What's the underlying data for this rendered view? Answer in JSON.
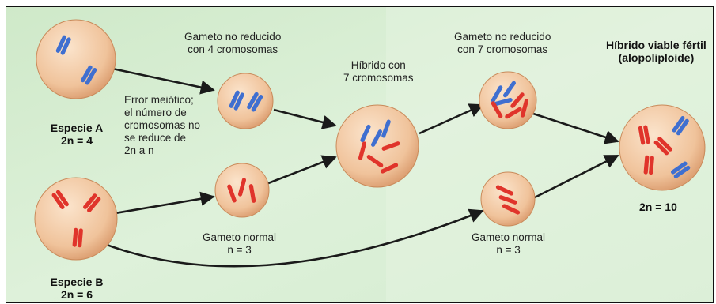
{
  "labels": {
    "gamete_unreduced_4": [
      "Gameto no reducido",
      "con 4 cromosomas"
    ],
    "error_note": [
      "Error meiótico;",
      "el número de",
      "cromosomas no",
      "se reduce de",
      "2n a n"
    ],
    "species_a": [
      "Especie A",
      "2n = 4"
    ],
    "hybrid_7": [
      "Híbrido con",
      "7 cromosomas"
    ],
    "gamete_unreduced_7": [
      "Gameto no reducido",
      "con 7 cromosomas"
    ],
    "viable_hybrid": [
      "Híbrido viable fértil",
      "(alopoliploide)"
    ],
    "viable_hybrid_ploidy": "2n = 10",
    "gamete_normal_1": [
      "Gameto normal",
      "n = 3"
    ],
    "gamete_normal_2": [
      "Gameto normal",
      "n = 3"
    ],
    "species_b": [
      "Especie B",
      "2n = 6"
    ]
  },
  "colors": {
    "chromosome_a": "#3f6fd0",
    "chromosome_b": "#e0342b",
    "cell_fill": "#f1c8a0",
    "cell_edge": "#c98a5a",
    "background": "#d7ecd2",
    "arrow": "#1a1a1a"
  }
}
